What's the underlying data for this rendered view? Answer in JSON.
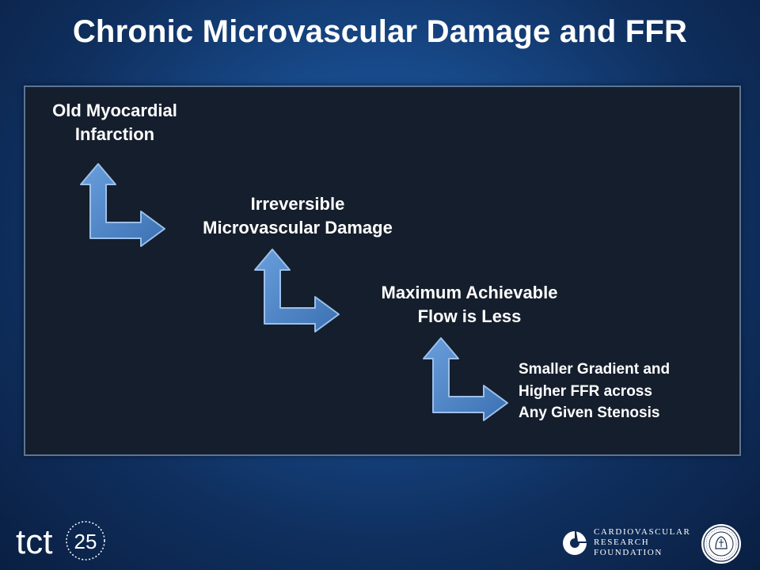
{
  "slide": {
    "title": "Chronic Microvascular Damage and FFR"
  },
  "flow": {
    "steps": [
      {
        "lines": [
          "Old Myocardial",
          "Infarction"
        ]
      },
      {
        "lines": [
          "Irreversible",
          "Microvascular Damage"
        ]
      },
      {
        "lines": [
          "Maximum Achievable",
          "Flow is Less"
        ]
      },
      {
        "lines": [
          "Smaller Gradient and",
          "Higher FFR across",
          "Any Given Stenosis"
        ]
      }
    ]
  },
  "colors": {
    "arrow_fill": "#4f86c6",
    "arrow_stroke": "#7aa7dc",
    "panel_bg": "#151e2c",
    "panel_border": "#5d7596"
  },
  "footer": {
    "event_logo": {
      "text": "tct",
      "number": "25"
    },
    "foundation_logo": {
      "lines": [
        "CARDIOVASCULAR",
        "RESEARCH",
        "FOUNDATION"
      ]
    },
    "seal_icon": "university-seal-icon"
  }
}
